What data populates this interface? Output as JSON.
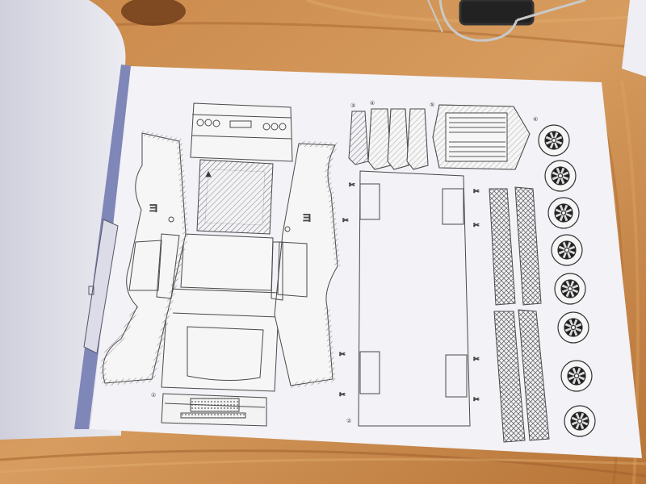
{
  "scene": {
    "description_visible_text": [],
    "colors": {
      "wood_light": "#d59a5c",
      "wood_mid": "#c2813f",
      "wood_dark": "#9c5e2a",
      "paper": "#f4f3f6",
      "paper_shadow": "#dcdbe4",
      "blue_spine": "#7f86b8",
      "line": "#555555",
      "hatch": "#888888"
    },
    "icons": [
      "eyeglasses-icon",
      "scissors-icon",
      "wheel-icon"
    ],
    "part_numbers": [
      {
        "id": "p1",
        "label": "①"
      },
      {
        "id": "p2",
        "label": "②"
      },
      {
        "id": "p3",
        "label": "③"
      },
      {
        "id": "p4",
        "label": "④"
      },
      {
        "id": "p5",
        "label": "⑤"
      },
      {
        "id": "p6",
        "label": "⑥"
      }
    ]
  }
}
